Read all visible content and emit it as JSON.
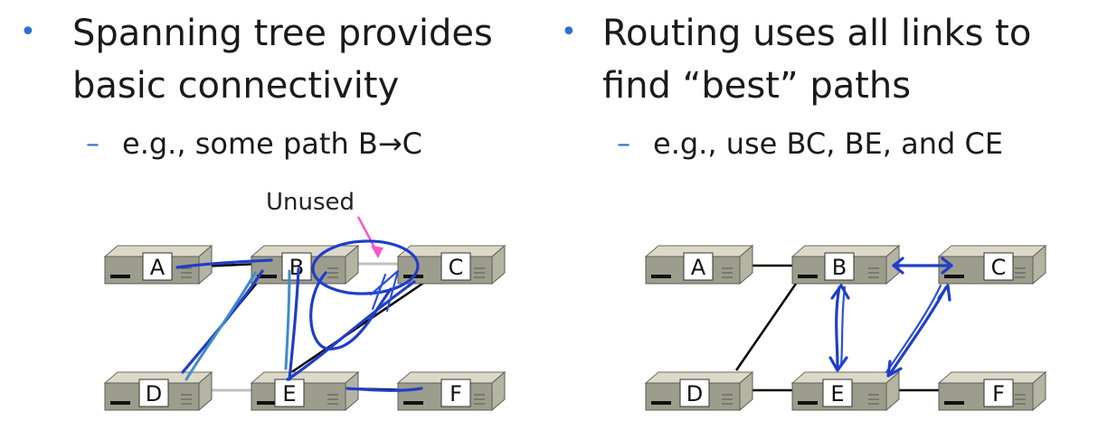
{
  "left": {
    "bullet": "•",
    "heading_line1": "Spanning tree provides",
    "heading_line2": "basic connectivity",
    "sub_dash": "–",
    "sub_text": "e.g., some path B→C",
    "annotation": "Unused"
  },
  "right": {
    "bullet": "•",
    "heading_line1": "Routing uses all links to",
    "heading_line2": "find “best” paths",
    "sub_dash": "–",
    "sub_text": "e.g., use BC, BE, and CE"
  },
  "nodes": [
    "A",
    "B",
    "C",
    "D",
    "E",
    "F"
  ],
  "colors": {
    "bullet": "#2e6fd4",
    "ink": "#1f3ec9",
    "annotation_arrow": "#ff55cc",
    "link_tree": "#000000",
    "link_unused": "#c0c0c0"
  }
}
